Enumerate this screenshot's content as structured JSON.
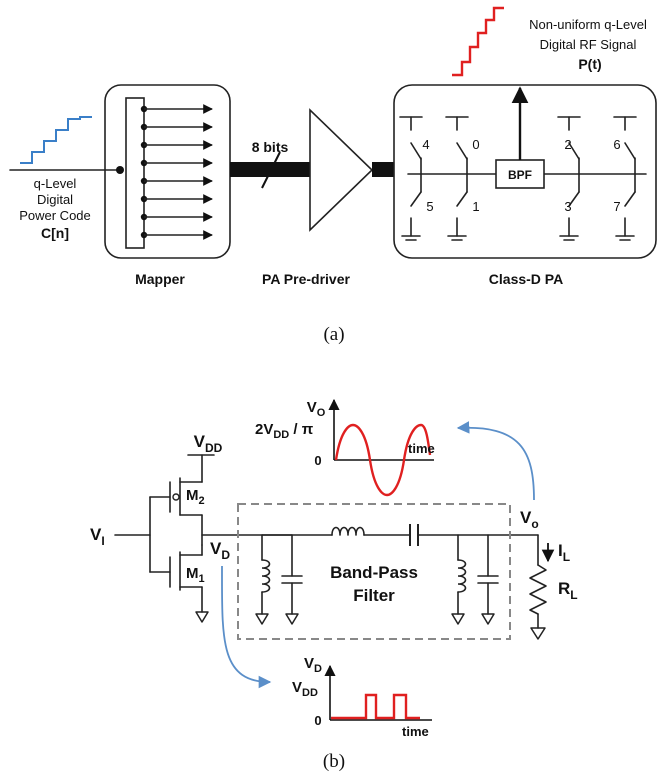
{
  "figure_a": {
    "input_label_1": "q-Level",
    "input_label_2": "Digital",
    "input_label_3": "Power Code",
    "input_symbol": "C[n]",
    "mapper_label": "Mapper",
    "bus_label": "8 bits",
    "predriver_label": "PA Pre-driver",
    "pa_label": "Class-D PA",
    "bpf_label": "BPF",
    "switch_numbers": [
      "4",
      "0",
      "2",
      "6",
      "5",
      "1",
      "3",
      "7"
    ],
    "output_label_1": "Non-uniform q-Level",
    "output_label_2": "Digital RF Signal",
    "output_symbol": "P(t)",
    "caption": "(a)",
    "colors": {
      "input_staircase": "#3a7fc8",
      "output_staircase": "#e02020"
    }
  },
  "figure_b": {
    "vdd": "V",
    "vdd_sub": "DD",
    "vi": "V",
    "vi_sub": "I",
    "m2": "M",
    "m2_sub": "2",
    "m1": "M",
    "m1_sub": "1",
    "vd": "V",
    "vd_sub": "D",
    "vo_node": "V",
    "vo_node_sub": "o",
    "il": "I",
    "il_sub": "L",
    "rl": "R",
    "rl_sub": "L",
    "filter_label_1": "Band-Pass",
    "filter_label_2": "Filter",
    "sine_plot": {
      "y_axis": "V",
      "y_axis_sub": "O",
      "amp_label_1": "2V",
      "amp_label_sub": "DD",
      "amp_label_2": " / π",
      "zero_label": "0",
      "x_axis": "time"
    },
    "square_plot": {
      "y_axis": "V",
      "y_axis_sub": "D",
      "level_label": "V",
      "level_label_sub": "DD",
      "zero_label": "0",
      "x_axis": "time"
    },
    "caption": "(b)",
    "colors": {
      "waveform": "#e02020",
      "arrow": "#5b8fc9",
      "filter_box": "#888888"
    }
  }
}
